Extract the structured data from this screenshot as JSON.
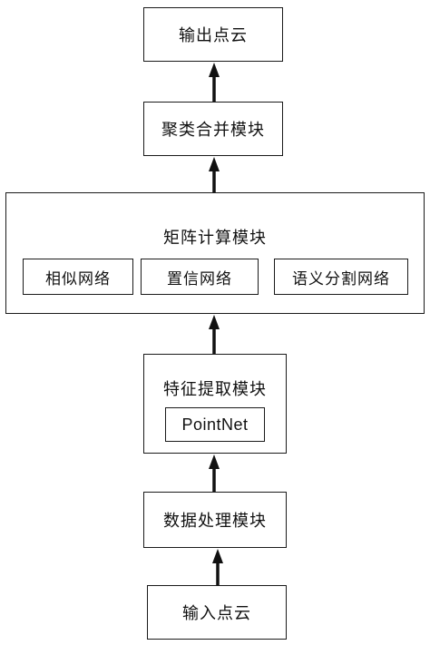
{
  "diagram": {
    "output_cloud": "输出点云",
    "clustering_module": "聚类合并模块",
    "matrix_module": {
      "title": "矩阵计算模块",
      "similarity_network": "相似网络",
      "confidence_network": "置信网络",
      "semantic_segmentation_network": "语义分割网络"
    },
    "feature_module": {
      "title": "特征提取模块",
      "backbone": "PointNet"
    },
    "data_processing_module": "数据处理模块",
    "input_cloud": "输入点云"
  }
}
